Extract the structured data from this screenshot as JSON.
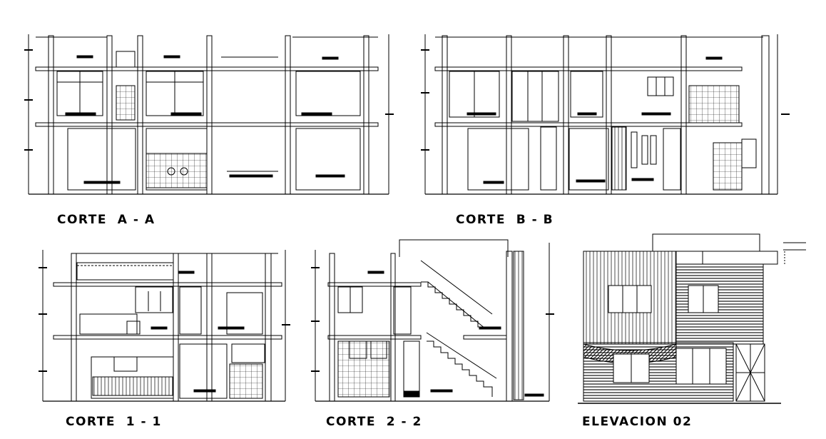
{
  "titles": {
    "corte_aa": "CORTE  A - A",
    "corte_bb": "CORTE  B - B",
    "corte_11": "CORTE  1 - 1",
    "corte_22": "CORTE  2 - 2",
    "elevacion_02": "ELEVACION 02"
  },
  "colors": {
    "background": "#ffffff",
    "ink": "#000000"
  }
}
